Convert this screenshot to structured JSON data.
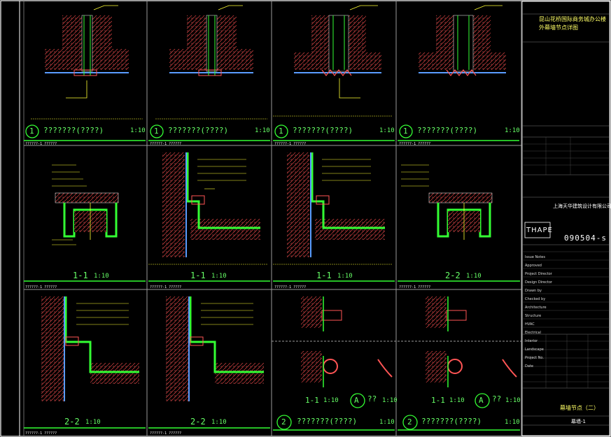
{
  "drawing": {
    "project_title_1": "昆山花桥国际商务城办公楼",
    "project_title_2": "外幕墙节点详图",
    "company_cn": "上海天华建筑设计有限公司",
    "company_logo": "THAPE",
    "drawing_no": "090504-s",
    "sheet_name": "幕墙节点（二）",
    "scale_note": "1:10",
    "sheet_code": "幕墙-1"
  },
  "panels": [
    {
      "id": "r1c1",
      "callout": "1",
      "title": "???????(????)",
      "scale": "1:10",
      "note": "??????-1 ??????"
    },
    {
      "id": "r1c2",
      "callout": "1",
      "title": "???????(????)",
      "scale": "1:10",
      "note": "??????-1 ??????"
    },
    {
      "id": "r1c3",
      "callout": "1",
      "title": "???????(????)",
      "scale": "1:10",
      "note": "??????-1 ??????"
    },
    {
      "id": "r1c4",
      "callout": "1",
      "title": "???????(????)",
      "scale": "1:10",
      "note": "??????-1 ??????"
    },
    {
      "id": "r2c1",
      "section": "1-1",
      "scale": "1:10",
      "note": "??????-1 ??????"
    },
    {
      "id": "r2c2",
      "section": "1-1",
      "scale": "1:10",
      "note": "??????-1 ??????"
    },
    {
      "id": "r2c3",
      "section": "1-1",
      "scale": "1:10",
      "note": "??????-1 ??????"
    },
    {
      "id": "r2c4",
      "section": "2-2",
      "scale": "1:10",
      "note": "??????-1 ??????"
    },
    {
      "id": "r3c1",
      "section": "2-2",
      "scale": "1:10",
      "note": "??????-1 ??????"
    },
    {
      "id": "r3c2",
      "section": "2-2",
      "scale": "1:10",
      "note": "??????-1 ??????"
    }
  ],
  "bottom_right": {
    "left_section": "1-1",
    "left_scale": "1:10",
    "left_detail": "A",
    "left_detail_label": "??",
    "left_detail_scale": "1:10",
    "right_section": "1-1",
    "right_scale": "1:10",
    "right_detail": "A",
    "right_detail_label": "??",
    "right_detail_scale": "1:10",
    "left_callout": "2",
    "left_title": "???????(????)",
    "left_title_scale": "1:10",
    "right_callout": "2",
    "right_title": "???????(????)",
    "right_title_scale": "1:10"
  },
  "title_block_rows": [
    "Issue Notes",
    "Approved",
    "Project Director",
    "Design Director",
    "Drawn by",
    "Checked by",
    "Architecture",
    "Structure",
    "HVAC",
    "Electrical",
    "Interior",
    "Landscape",
    "Project No.",
    "Date"
  ],
  "colors": {
    "background": "#000000",
    "frame": "#ffffff",
    "grid": "#9a9a9a",
    "green": "#33ff33",
    "yellow": "#ffff33",
    "red": "#ff3333",
    "hatch": "#a33333",
    "cyan": "#33ffff"
  }
}
